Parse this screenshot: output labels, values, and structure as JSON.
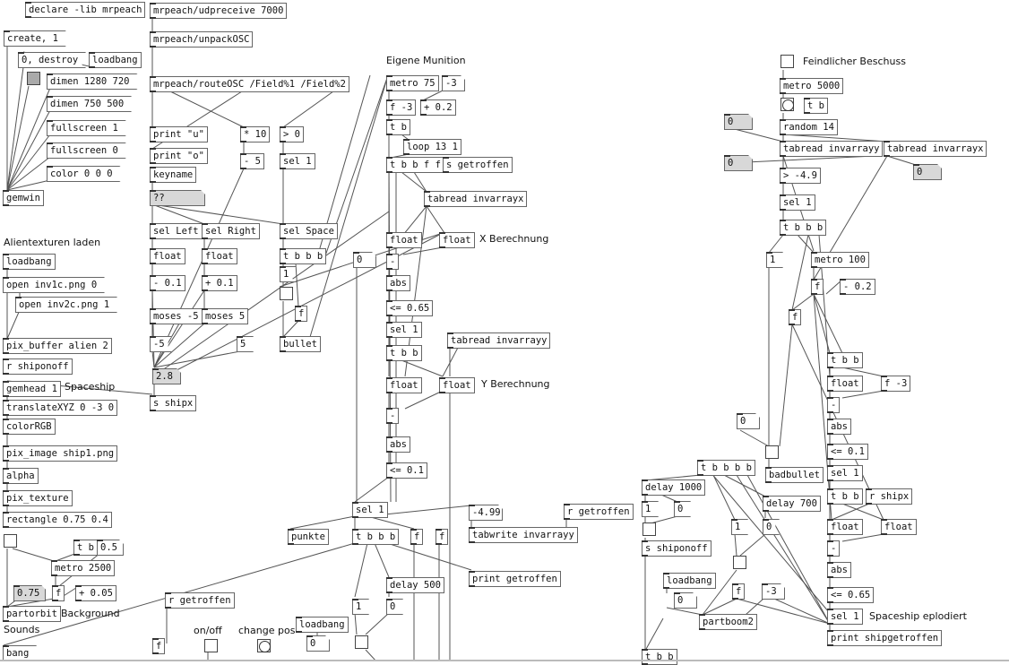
{
  "patch": {
    "column_left": {
      "declare": "declare -lib mrpeach",
      "create": "create, 1",
      "destroy": "0, destroy",
      "loadbang": "loadbang",
      "dimen1": "dimen 1280 720",
      "dimen2": "dimen 750 500",
      "fullscreen1": "fullscreen 1",
      "fullscreen0": "fullscreen 0",
      "color": "color 0 0 0",
      "gemwin": "gemwin",
      "alien_comment": "Alientexturen laden",
      "loadbang2": "loadbang",
      "open1": "open inv1c.png 0",
      "open2": "open inv2c.png 1",
      "pix_buffer": "pix_buffer alien 2",
      "r_shiponoff": "r shiponoff",
      "gemhead": "gemhead 1",
      "spaceship_comment": "Spaceship",
      "translate": "translateXYZ 0 -3 0",
      "colorRGB": "colorRGB",
      "pix_image": "pix_image ship1.png",
      "alpha": "alpha",
      "pix_texture": "pix_texture",
      "rectangle": "rectangle 0.75 0.4",
      "tb": "t b",
      "num05": "0.5",
      "metro2500": "metro 2500",
      "num075": "0.75",
      "f": "f",
      "plus005": "+ 0.05",
      "partorbit": "partorbit",
      "background_comment": "Background",
      "sounds_comment": "Sounds",
      "bang": "bang"
    },
    "column_osc": {
      "udpreceive": "mrpeach/udpreceive 7000",
      "unpackOSC": "mrpeach/unpackOSC",
      "routeOSC": "mrpeach/routeOSC /Field%1 /Field%2",
      "print_u": "print \"u\"",
      "print_o": "print \"o\"",
      "times10": "* 10",
      "minus5": "- 5",
      "gt0": "> 0",
      "sel1": "sel 1",
      "keyname": "keyname",
      "q": "??",
      "sel_left": "sel Left",
      "sel_right": "sel Right",
      "sel_space": "sel Space",
      "float1": "float",
      "float2": "float",
      "minus01": "- 0.1",
      "plus01": "+ 0.1",
      "moses_n5": "moses -5",
      "moses5": "moses 5",
      "n5": "-5",
      "p5": "5",
      "shipx_val": "2.8",
      "s_shipx": "s shipx",
      "tbbb": "t b b b",
      "one": "1",
      "f": "f",
      "bullet": "bullet",
      "r_getroffen": "r getroffen",
      "f2": "f",
      "onoff_comment": "on/off",
      "changepos_comment": "change pos",
      "loadbang": "loadbang",
      "zero": "0"
    },
    "column_munition": {
      "title_comment": "Eigene Munition",
      "metro75": "metro 75",
      "n3": "-3",
      "f_n3": "f -3",
      "plus02": "+ 0.2",
      "tb": "t b",
      "loop": "loop 13 1",
      "tbbff": "t b b f f",
      "s_getroffen": "s getroffen",
      "tabread_x": "tabread invarrayx",
      "float_a": "float",
      "float_b": "float",
      "x_comment": "X Berechnung",
      "minus": "-",
      "abs": "abs",
      "le065": "<= 0.65",
      "sel1": "sel 1",
      "tbb": "t b b",
      "tabread_y": "tabread invarrayy",
      "float_c": "float",
      "float_d": "float",
      "y_comment": "Y Berechnung",
      "minus2": "-",
      "abs2": "abs",
      "le01": "<= 0.1",
      "zero": "0",
      "sel1b": "sel 1",
      "val499": "-4.99",
      "r_getroffen": "r getroffen",
      "tabwrite": "tabwrite invarrayy",
      "punkte": "punkte",
      "tbbb": "t b b b",
      "f_a": "f",
      "f_b": "f",
      "print_getroffen": "print getroffen",
      "delay500": "delay 500",
      "one": "1",
      "zero2": "0"
    },
    "column_enemy": {
      "title_comment": "Feindlicher Beschuss",
      "metro5000": "metro 5000",
      "tb": "t b",
      "zero_a": "0",
      "random": "random 14",
      "tabread_y": "tabread invarrayy",
      "tabread_x": "tabread invarrayx",
      "zero_b": "0",
      "zero_c": "0",
      "gt49": "> -4.9",
      "sel1": "sel 1",
      "tbbb": "t b b b",
      "one": "1",
      "metro100": "metro 100",
      "f": "f",
      "minus02": "- 0.2",
      "f2": "f",
      "tbb": "t b b",
      "float_a": "float",
      "f_n3": "f -3",
      "minus": "-",
      "abs": "abs",
      "le01": "<= 0.1",
      "sel1b": "sel 1",
      "zero_d": "0",
      "badbullet": "badbullet",
      "tbbbbb": "t b b b b",
      "delay1000": "delay 1000",
      "one_b": "1",
      "zero_e": "0",
      "s_shiponoff": "s shiponoff",
      "delay700": "delay 700",
      "one_c": "1",
      "zero_f": "0",
      "tbb2": "t b b",
      "r_shipx": "r shipx",
      "float_b": "float",
      "float_c": "float",
      "minus2": "-",
      "abs2": "abs",
      "le065": "<= 0.65",
      "sel1c": "sel 1",
      "explode_comment": "Spaceship eplodiert",
      "print_shipgetroffen": "print shipgetroffen",
      "loadbang": "loadbang",
      "zero_g": "0",
      "f3": "f",
      "n3": "-3",
      "partboom": "partboom2",
      "tbb3": "t b b"
    }
  }
}
